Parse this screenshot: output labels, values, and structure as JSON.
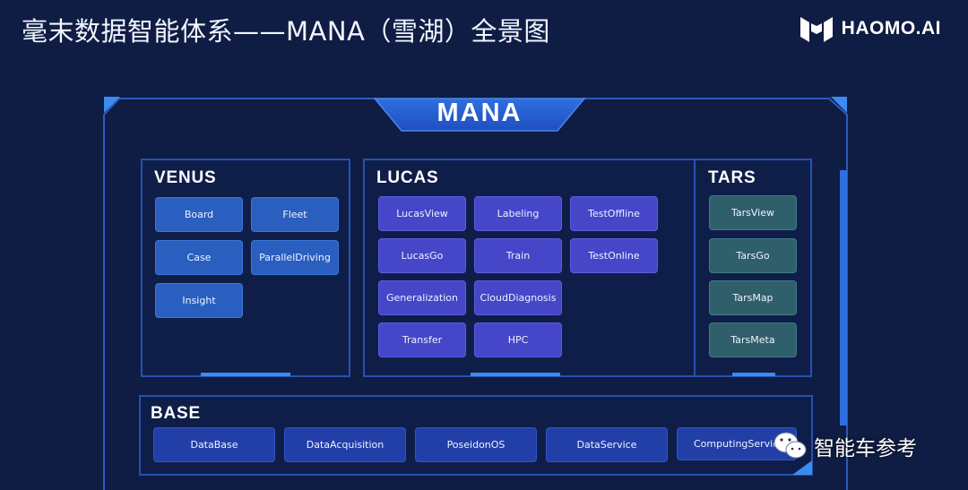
{
  "header": {
    "title": "毫末数据智能体系——MANA（雪湖）全景图",
    "brand": "HAOMO.AI"
  },
  "diagram": {
    "title": "MANA",
    "venus": {
      "title": "VENUS",
      "modules": [
        "Board",
        "Fleet",
        "Case",
        "ParallelDriving",
        "Insight"
      ]
    },
    "lucas": {
      "title": "LUCAS",
      "modules": [
        "LucasView",
        "Labeling",
        "TestOffline",
        "LucasGo",
        "Train",
        "TestOnline",
        "Generalization",
        "CloudDiagnosis",
        "Transfer",
        "HPC"
      ]
    },
    "tars": {
      "title": "TARS",
      "modules": [
        "TarsView",
        "TarsGo",
        "TarsMap",
        "TarsMeta"
      ]
    },
    "base": {
      "title": "BASE",
      "modules": [
        "DataBase",
        "DataAcquisition",
        "PoseidonOS",
        "DataService",
        "ComputingService"
      ]
    }
  },
  "watermark": {
    "text": "智能车参考",
    "icon": "wechat-icon"
  },
  "colors": {
    "background": "#0f1c43",
    "frame_line": "#2b63c9",
    "venus_module": "#2a5fbf",
    "lucas_module": "#4646c8",
    "tars_module": "#2f5f6a",
    "base_module": "#223fa8"
  }
}
